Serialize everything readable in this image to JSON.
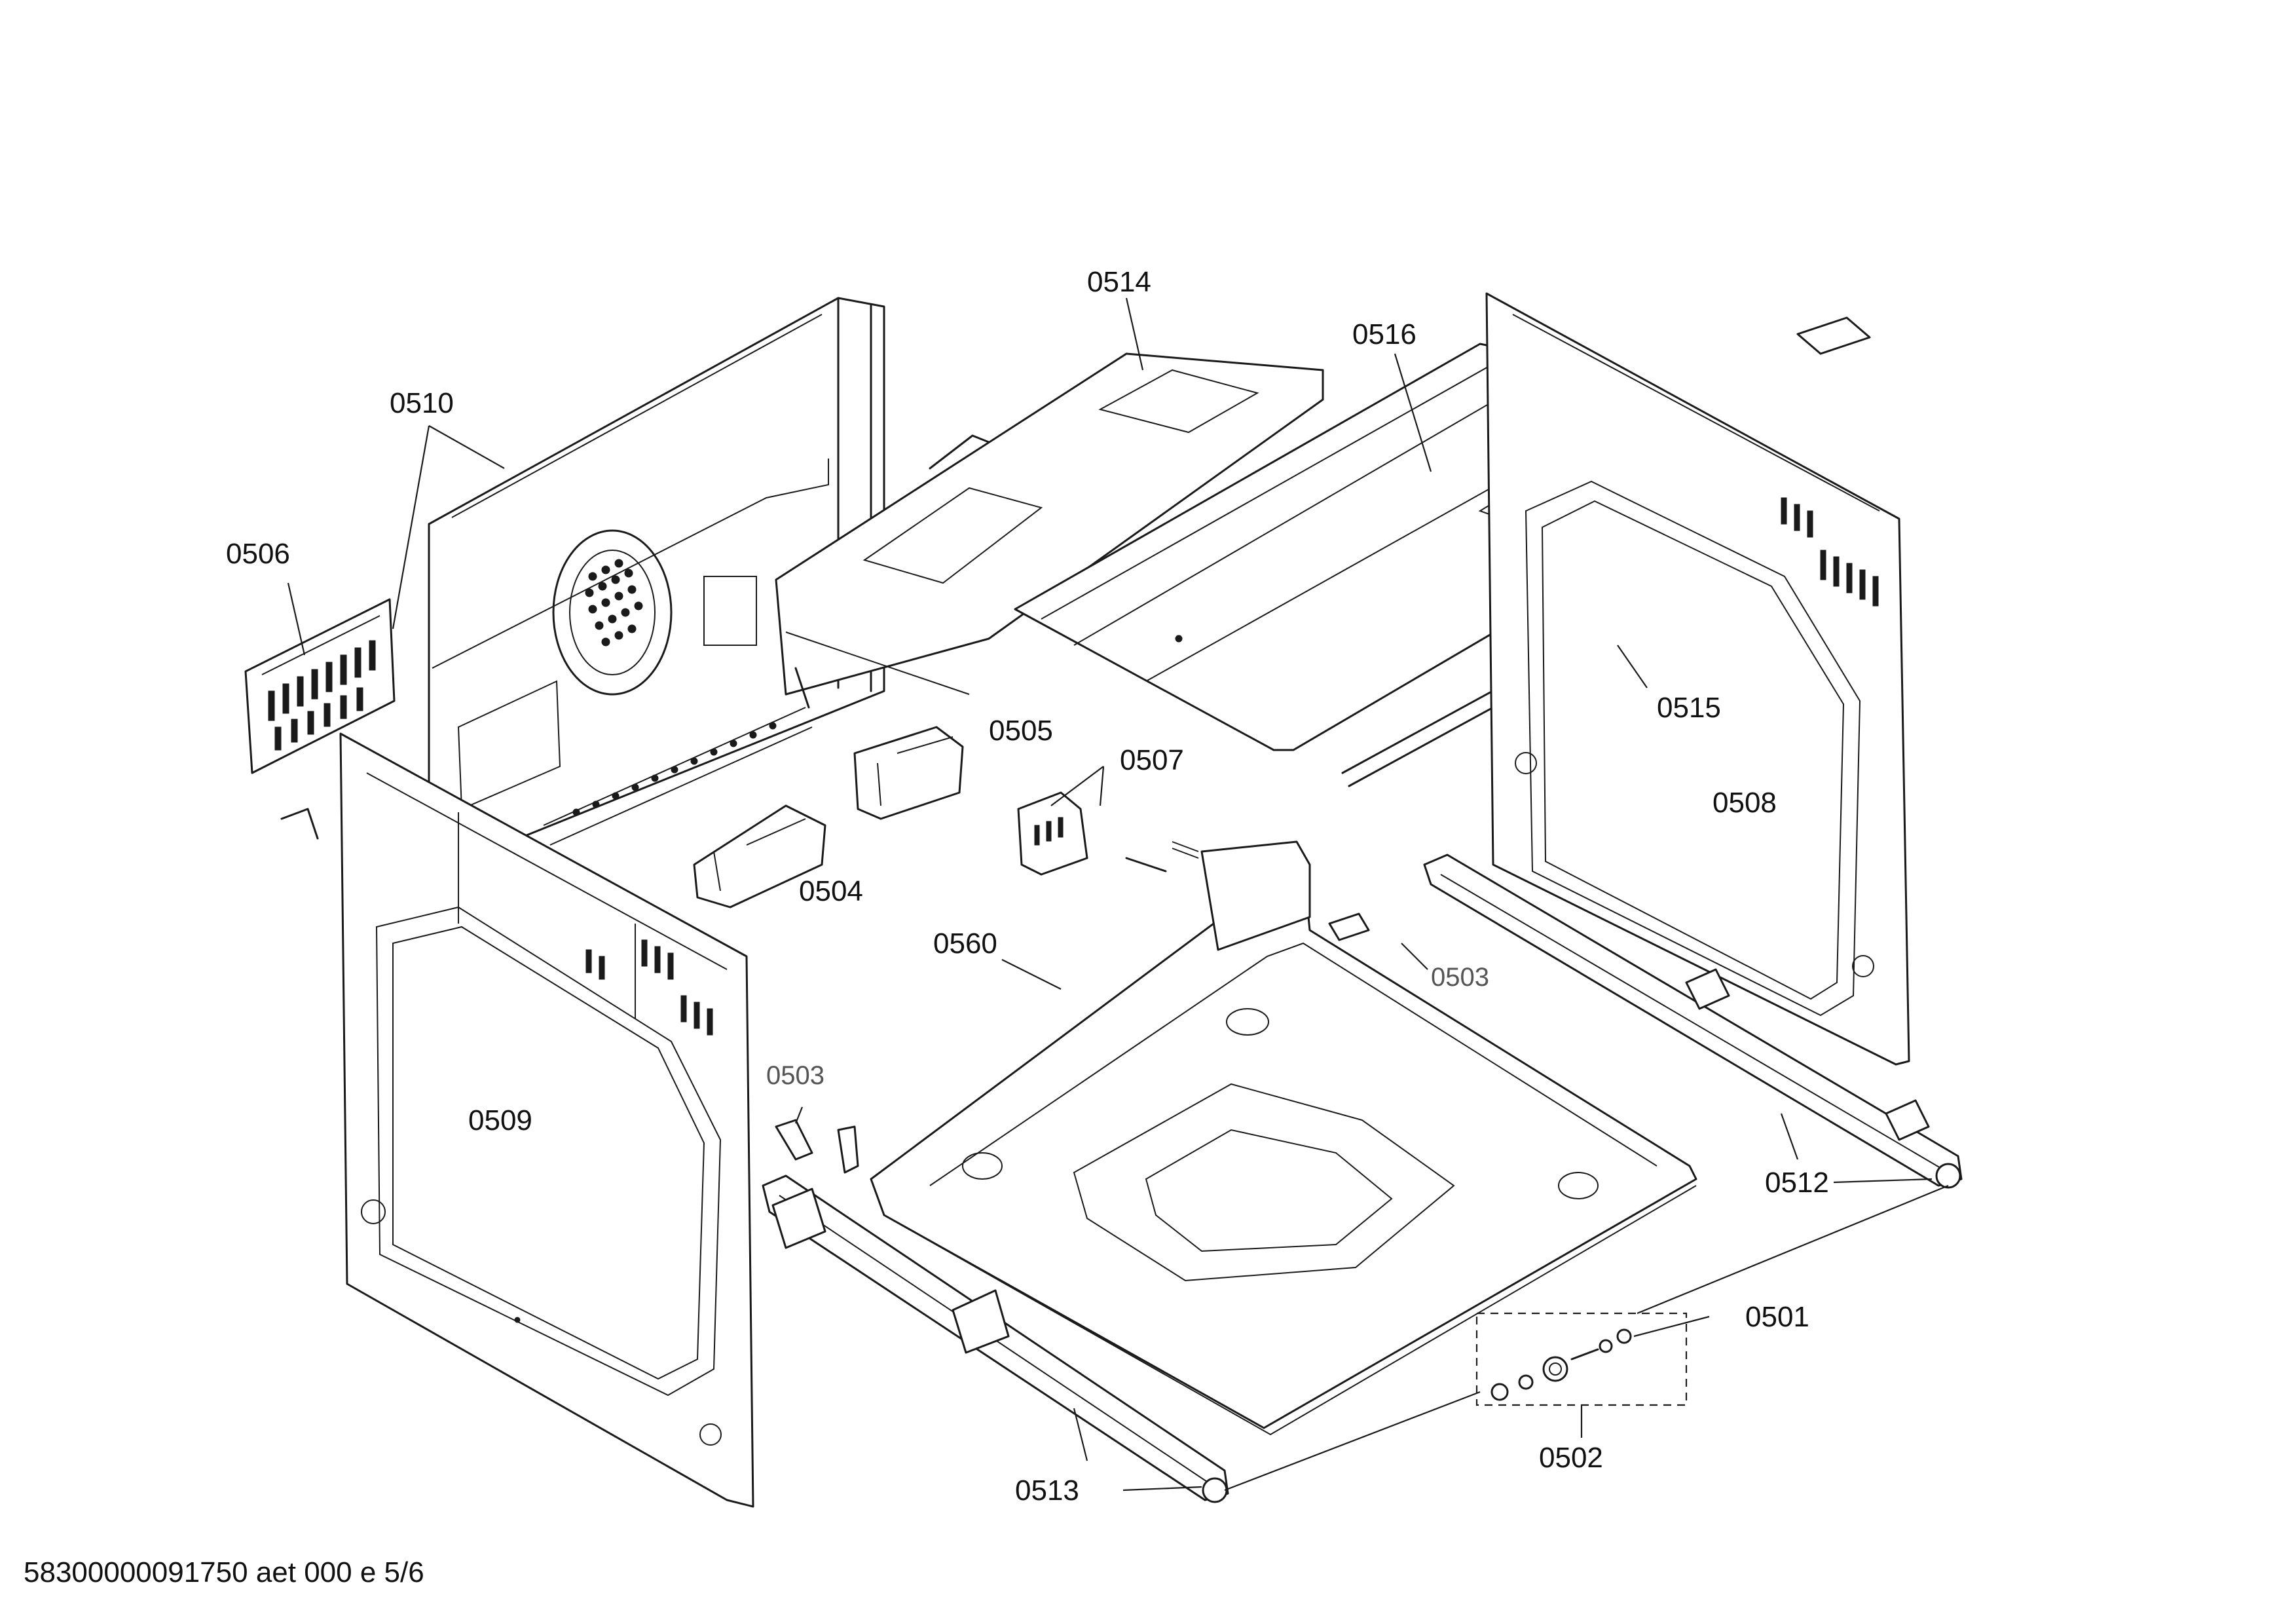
{
  "diagram": {
    "callouts": {
      "c0501": "0501",
      "c0502": "0502",
      "c0503a": "0503",
      "c0503b": "0503",
      "c0504": "0504",
      "c0505": "0505",
      "c0506": "0506",
      "c0507": "0507",
      "c0508": "0508",
      "c0509": "0509",
      "c0510": "0510",
      "c0512": "0512",
      "c0513": "0513",
      "c0514": "0514",
      "c0515": "0515",
      "c0516": "0516",
      "c0560": "0560"
    },
    "footer": "58300000091750 aet 000 e 5/6"
  }
}
